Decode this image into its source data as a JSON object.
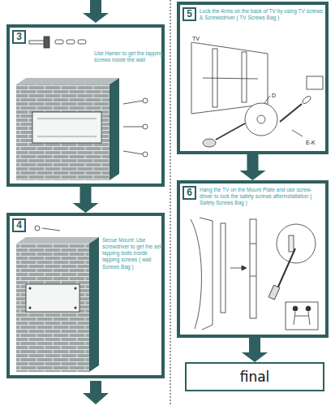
{
  "diagram": {
    "nodes": [
      {
        "text": [
          "3",
          "Use Hamer to get the tapping screws inside the wall"
        ]
      },
      {
        "text": [
          "4",
          "Secue Mount: Use screwdriver to get the self tapping bolts inside tapping screws ( wall Screws Bag )"
        ]
      },
      {
        "text": [
          "5",
          "Lock the Arms on the back of TV by using TV screws & Screwsdriver ( TV Screws Bag )"
        ]
      },
      {
        "text": [
          "6",
          "Hang the TV on the Mount Plate and use screw-driver to lock the safety screws afterinstallation ( Safety Screws Bag )"
        ]
      },
      {
        "text": [
          "final"
        ]
      }
    ],
    "edges": [
      {
        "from": 0,
        "to": 1,
        "arrow": "to"
      },
      {
        "from": 2,
        "to": 3,
        "arrow": "to"
      },
      {
        "from": 3,
        "to": 4,
        "arrow": "to"
      }
    ],
    "labels": [
      "TV",
      "D",
      "E-K"
    ]
  }
}
